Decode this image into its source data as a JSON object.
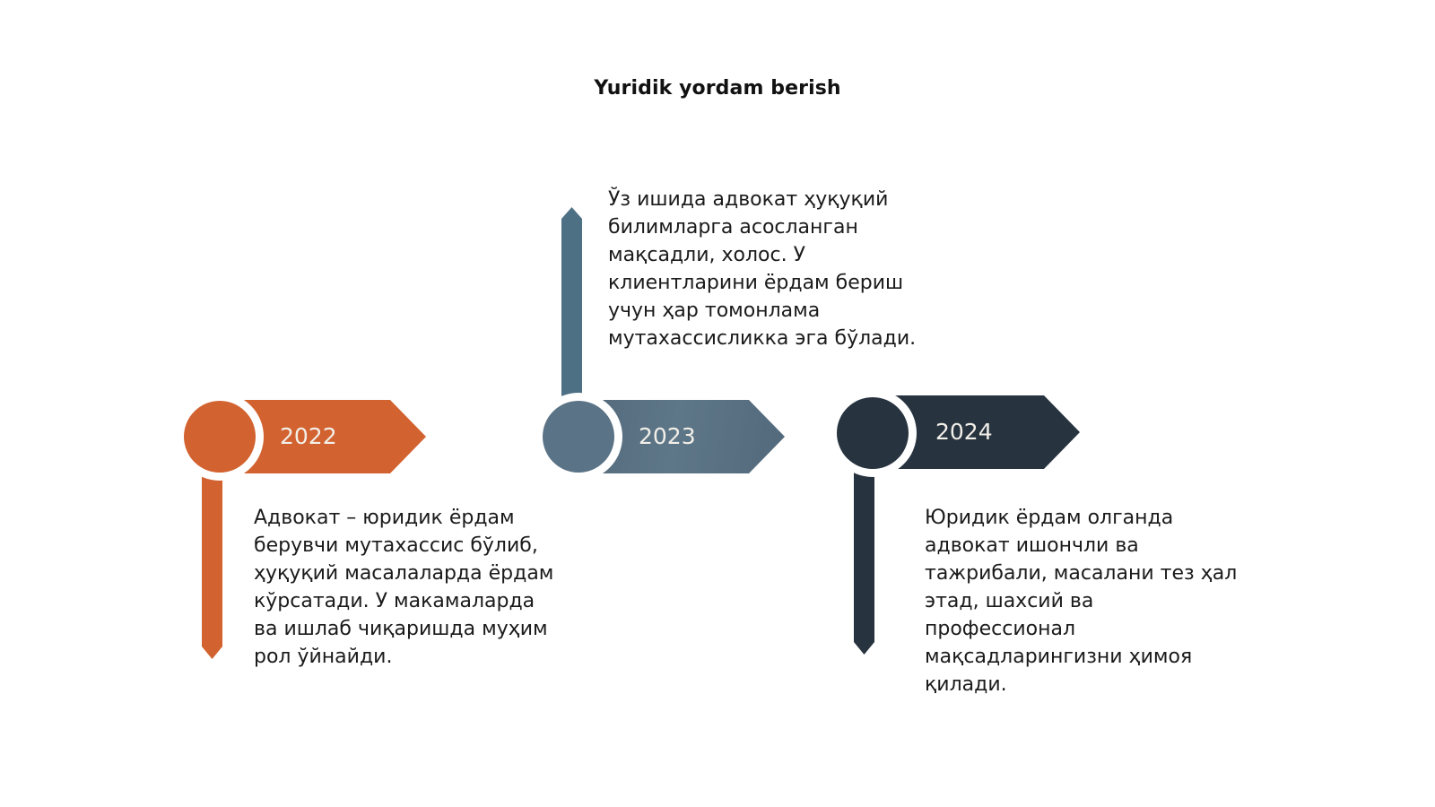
{
  "title": "Yuridik yordam berish",
  "background": "#ffffff",
  "text_color": "#1b1b1b",
  "timeline": {
    "milestones": [
      {
        "year": "2022",
        "color": "#d2622f",
        "color_dark": "#c2511f",
        "description": "Адвокат – юридик ёрдам берувчи мутахассис бўлиб, ҳуқуқий масалаларда ёрдам кўрсатади. У макамаларда ва ишлаб чиқаришда муҳим рол ўйнайди.",
        "text_position": "below"
      },
      {
        "year": "2023",
        "color": "#5b7386",
        "color_dark": "#4c6577",
        "description": "Ўз ишида адвокат ҳуқуқий билимларга асосланган мақсадли, холос. У клиентларини ёрдам бериш учун ҳар томонлама мутахассисликка эга бўлади.",
        "text_position": "above"
      },
      {
        "year": "2024",
        "color": "#27333f",
        "color_dark": "#1e2832",
        "description": "Юридик ёрдам олганда адвокат ишончли ва тажрибали, масалани тез ҳал этад, шахсий ва профессионал мақсадларингизни ҳимоя қилади.",
        "text_position": "below"
      }
    ]
  }
}
